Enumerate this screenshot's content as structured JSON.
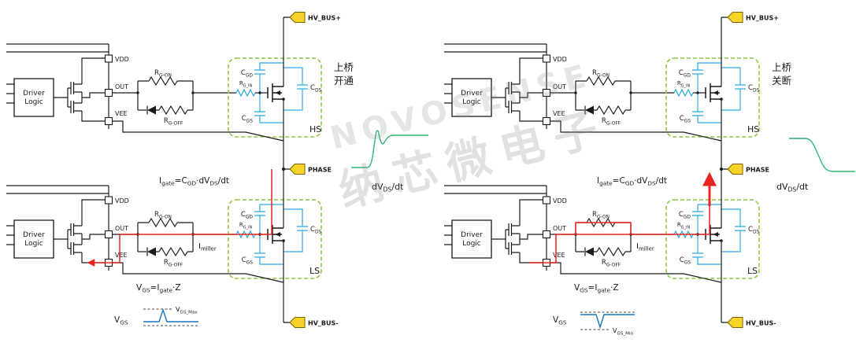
{
  "watermark": {
    "line1": "NOVOSENSE",
    "line2": "纳芯微电子"
  },
  "panels": {
    "left": {
      "scene_line1": "上桥",
      "scene_line2": "开通"
    },
    "right": {
      "scene_line1": "上桥",
      "scene_line2": "关断"
    }
  },
  "driver": {
    "line1": "Driver",
    "line2": "Logic"
  },
  "pins": {
    "vdd": "VDD",
    "out": "OUT",
    "vee": "VEE"
  },
  "nets": {
    "hv_bus_plus": "HV_BUS+",
    "phase": "PHASE",
    "hv_bus_minus": "HV_BUS-",
    "hs": "HS",
    "ls": "LS"
  },
  "colors": {
    "parasitic_cyan": "#29abe2",
    "current_red": "#e8251f",
    "model_box_green": "#8cc63f",
    "waveform_green": "#2bb673",
    "waveform_blue": "#1b75bb",
    "flag_yellow": "#f8d32a"
  },
  "rich": {
    "rg_on": [
      [
        "R",
        0
      ],
      [
        "G-ON",
        1
      ]
    ],
    "rg_off": [
      [
        "R",
        0
      ],
      [
        "G-OFF",
        1
      ]
    ],
    "rg_in": [
      [
        "R",
        0
      ],
      [
        "G_IN",
        1
      ]
    ],
    "cgd": [
      [
        "C",
        0
      ],
      [
        "GD",
        1
      ]
    ],
    "cgs": [
      [
        "C",
        0
      ],
      [
        "GS",
        1
      ]
    ],
    "cds": [
      [
        "C",
        0
      ],
      [
        "DS",
        1
      ]
    ],
    "igate_eq": [
      [
        "I",
        0
      ],
      [
        "gate",
        1
      ],
      [
        "=C",
        0
      ],
      [
        "GD",
        1
      ],
      [
        "·dV",
        0
      ],
      [
        "DS",
        1
      ],
      [
        "/dt",
        0
      ]
    ],
    "imiller": [
      [
        "I",
        0
      ],
      [
        "miller",
        1
      ]
    ],
    "vgs_eq": [
      [
        "V",
        0
      ],
      [
        "GS",
        1
      ],
      [
        "=I",
        0
      ],
      [
        "gate",
        1
      ],
      [
        "·Z",
        0
      ]
    ],
    "dvdt": [
      [
        "dV",
        0
      ],
      [
        "DS",
        1
      ],
      [
        "/dt",
        0
      ]
    ],
    "vgs": [
      [
        "V",
        0
      ],
      [
        "GS",
        1
      ]
    ],
    "vgs_max": [
      [
        "V",
        0
      ],
      [
        "GS_Max",
        1
      ]
    ],
    "vgs_min": [
      [
        "V",
        0
      ],
      [
        "GS_Min",
        1
      ]
    ]
  }
}
